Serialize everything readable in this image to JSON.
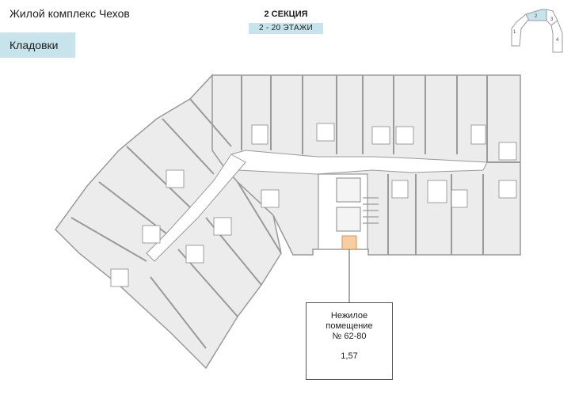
{
  "header": {
    "project_title": "Жилой комплекс Чехов",
    "category_tag": "Кладовки",
    "section_label": "2 СЕКЦИЯ",
    "floors_label": "2 - 20 ЭТАЖИ"
  },
  "minimap": {
    "sections": [
      "1",
      "2",
      "3",
      "4"
    ],
    "active_section": "2"
  },
  "unit": {
    "line1": "Нежилое",
    "line2": "помещение",
    "number": "№ 62-80",
    "area": "1,57"
  },
  "colors": {
    "accent": "#c7e3ec",
    "highlight": "#f6cda2",
    "walls": "#9a9a9a",
    "floor": "#ececec"
  }
}
